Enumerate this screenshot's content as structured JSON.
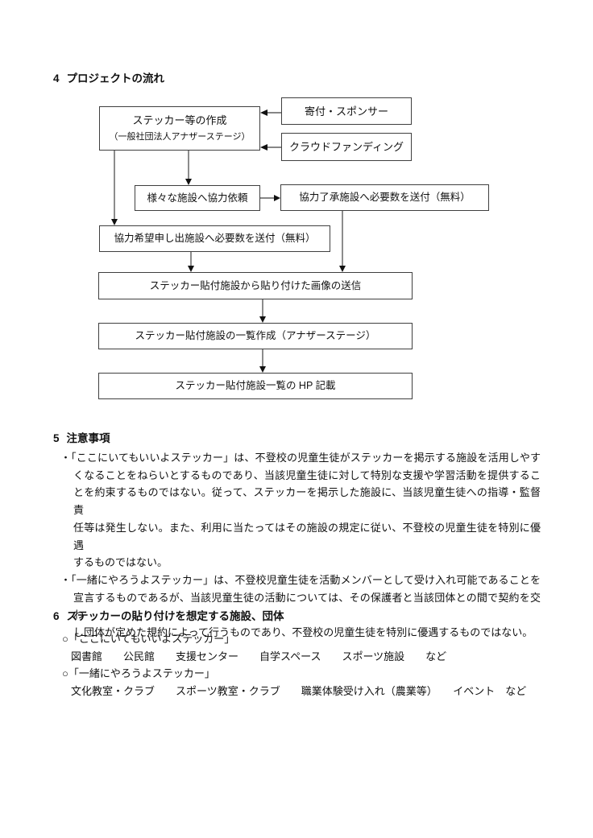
{
  "colors": {
    "box_border": "#3f3f3f",
    "text": "#111111",
    "background": "#ffffff"
  },
  "section4": {
    "number": "4",
    "title": "プロジェクトの流れ",
    "flowchart": {
      "box_create_line1": "ステッカー等の作成",
      "box_create_line2": "（一般社団法人アナザーステージ）",
      "box_donation": "寄付・スポンサー",
      "box_crowdfunding": "クラウドファンディング",
      "box_request": "様々な施設へ協力依頼",
      "box_send_approved": "協力了承施設へ必要数を送付（無料）",
      "box_send_applicant": "協力希望申し出施設へ必要数を送付（無料）",
      "box_image_send": "ステッカー貼付施設から貼り付けた画像の送信",
      "box_list_create": "ステッカー貼付施設の一覧作成（アナザーステージ）",
      "box_hp": "ステッカー貼付施設一覧の HP 記載"
    }
  },
  "section5": {
    "number": "5",
    "title": "注意事項",
    "para1": [
      "・「ここにいてもいいよステッカー」は、不登校の児童生徒がステッカーを掲示する施設を活用しやす",
      "くなることをねらいとするものであり、当該児童生徒に対して特別な支援や学習活動を提供するこ",
      "とを約束するものではない。従って、ステッカーを掲示した施設に、当該児童生徒への指導・監督責",
      "任等は発生しない。また、利用に当たってはその施設の規定に従い、不登校の児童生徒を特別に優遇",
      "するものではない。"
    ],
    "para2": [
      "・「一緒にやろうよステッカー」は、不登校児童生徒を活動メンバーとして受け入れ可能であることを",
      "宣言するものであるが、当該児童生徒の活動については、その保護者と当該団体との間で契約を交わ",
      "し団体が定めた規約によって行うものであり、不登校の児童生徒を特別に優遇するものではない。"
    ]
  },
  "section6": {
    "number": "6",
    "title": "ステッカーの貼り付けを想定する施設、団体",
    "item1_label": "○「ここにいてもいいよステッカー」",
    "item1_list": "図書館　　公民館　　支援センター　　自学スペース　　スポーツ施設　　など",
    "item2_label": "○「一緒にやろうよステッカー」",
    "item2_list": "文化教室・クラブ　　スポーツ教室・クラブ　　職業体験受け入れ（農業等）　　イベント　など"
  }
}
